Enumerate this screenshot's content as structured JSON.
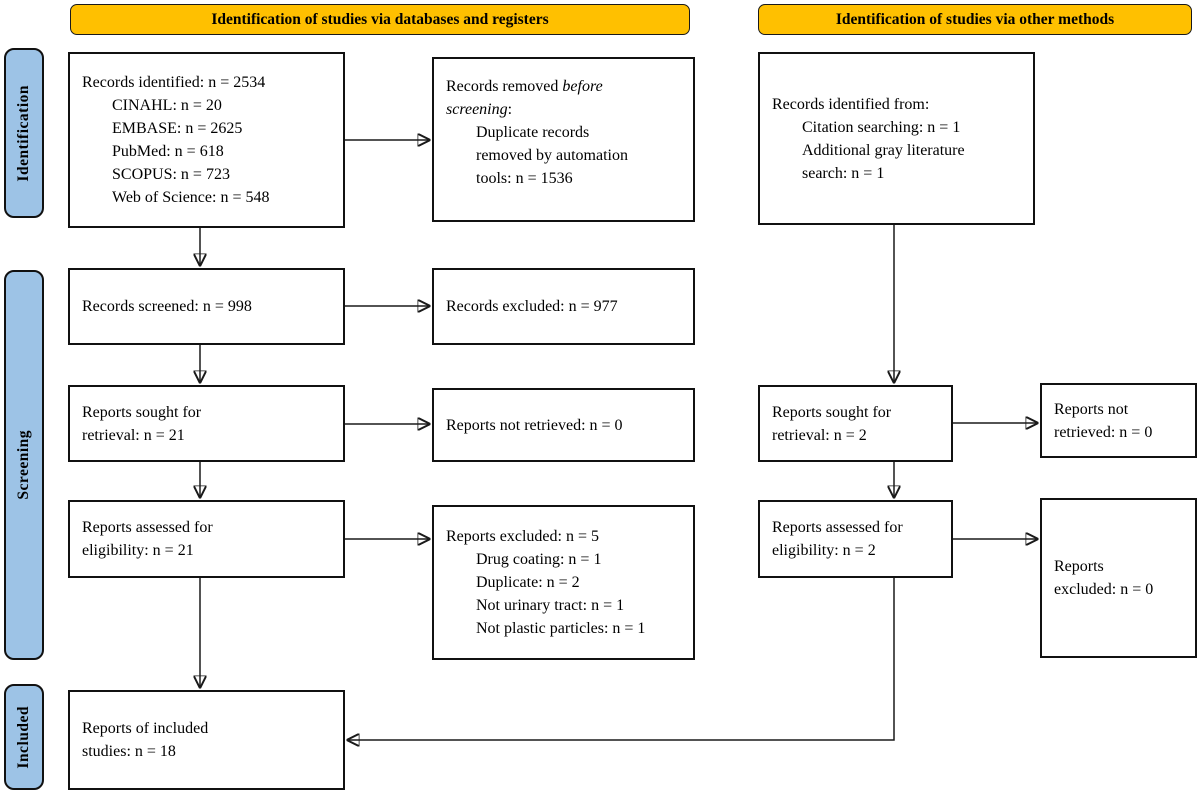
{
  "colors": {
    "header_bg": "#FFC000",
    "stage_bg": "#9DC3E6",
    "box_border": "#111111",
    "box_bg": "#FFFFFF",
    "text": "#000000"
  },
  "headers": [
    {
      "label": "Identification of studies via databases and registers"
    },
    {
      "label": "Identification of studies via other methods"
    }
  ],
  "sidebar": [
    {
      "label": "Identification"
    },
    {
      "label": "Screening"
    },
    {
      "label": "Included"
    }
  ],
  "boxes": {
    "records-identified": {
      "lines": [
        {
          "text": "Records identified: n = 2534",
          "indent": 0
        },
        {
          "text": "CINAHL: n = 20",
          "indent": 1
        },
        {
          "text": "EMBASE: n = 2625",
          "indent": 1
        },
        {
          "text": "PubMed: n = 618",
          "indent": 1
        },
        {
          "text": "SCOPUS: n = 723",
          "indent": 1
        },
        {
          "text": "Web of Science: n = 548",
          "indent": 1
        }
      ]
    },
    "records-removed": {
      "lines": [
        {
          "seg": [
            {
              "t": "Records removed "
            },
            {
              "t": "before",
              "i": true
            }
          ],
          "indent": 0
        },
        {
          "seg": [
            {
              "t": "screening",
              "i": true
            },
            {
              "t": ":"
            }
          ],
          "indent": 0
        },
        {
          "text": "Duplicate records",
          "indent": 1
        },
        {
          "text": "removed by automation",
          "indent": 1
        },
        {
          "text": "tools: n = 1536",
          "indent": 1
        }
      ]
    },
    "records-other": {
      "lines": [
        {
          "text": "Records identified from:",
          "indent": 0
        },
        {
          "text": "Citation searching: n = 1",
          "indent": 1
        },
        {
          "text": "Additional gray literature",
          "indent": 1
        },
        {
          "text": "search: n = 1",
          "indent": 1
        }
      ]
    },
    "records-screened": {
      "lines": [
        {
          "text": "Records screened: n = 998",
          "indent": 0
        }
      ]
    },
    "records-excluded": {
      "lines": [
        {
          "text": "Records excluded: n = 977",
          "indent": 0
        }
      ]
    },
    "reports-sought-db": {
      "lines": [
        {
          "text": "Reports sought for",
          "indent": 0
        },
        {
          "text": "retrieval: n = 21",
          "indent": 0
        }
      ]
    },
    "reports-not-retrieved-db": {
      "lines": [
        {
          "text": "Reports not retrieved: n = 0",
          "indent": 0
        }
      ]
    },
    "reports-assessed-db": {
      "lines": [
        {
          "text": "Reports assessed for",
          "indent": 0
        },
        {
          "text": "eligibility: n = 21",
          "indent": 0
        }
      ]
    },
    "reports-excluded-db": {
      "lines": [
        {
          "text": "Reports excluded: n = 5",
          "indent": 0
        },
        {
          "text": "Drug coating: n = 1",
          "indent": 1
        },
        {
          "text": "Duplicate: n = 2",
          "indent": 1
        },
        {
          "text": "Not urinary tract: n = 1",
          "indent": 1
        },
        {
          "text": "Not plastic particles: n = 1",
          "indent": 1
        }
      ]
    },
    "reports-sought-other": {
      "lines": [
        {
          "text": "Reports sought for",
          "indent": 0
        },
        {
          "text": "retrieval: n = 2",
          "indent": 0
        }
      ]
    },
    "reports-not-retrieved-other": {
      "lines": [
        {
          "text": "Reports not",
          "indent": 0
        },
        {
          "text": "retrieved: n = 0",
          "indent": 0
        }
      ]
    },
    "reports-assessed-other": {
      "lines": [
        {
          "text": "Reports assessed for",
          "indent": 0
        },
        {
          "text": "eligibility: n = 2",
          "indent": 0
        }
      ]
    },
    "reports-excluded-other": {
      "lines": [
        {
          "text": "Reports",
          "indent": 0
        },
        {
          "text": "excluded: n = 0",
          "indent": 0
        }
      ]
    },
    "reports-included": {
      "lines": [
        {
          "text": "Reports of included",
          "indent": 0
        },
        {
          "text": "studies: n = 18",
          "indent": 0
        }
      ]
    }
  }
}
